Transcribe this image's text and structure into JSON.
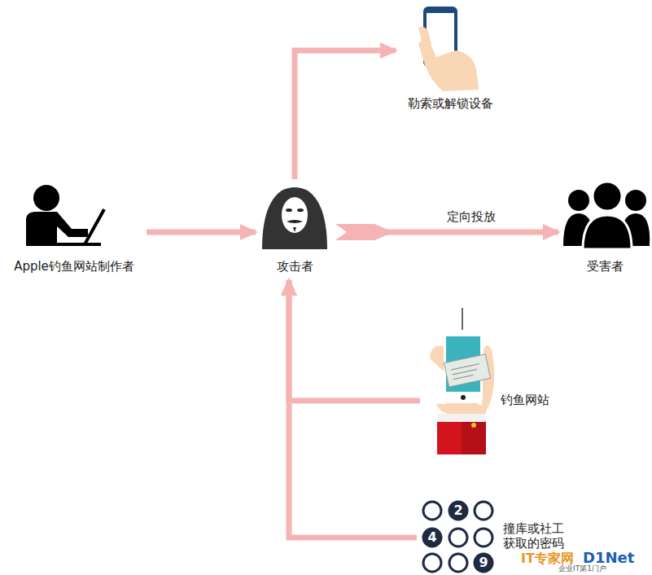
{
  "diagram": {
    "nodes": [
      {
        "text": [
          "Apple钓鱼网站制作者"
        ]
      },
      {
        "text": [
          "攻击者"
        ]
      },
      {
        "text": [
          "勒索或解锁设备"
        ]
      },
      {
        "text": [
          "受害者"
        ]
      },
      {
        "text": [
          "钓鱼网站"
        ]
      },
      {
        "text": [
          "撞库或社工 获取的密码"
        ]
      }
    ],
    "edges": [
      {
        "from": 0,
        "to": 1,
        "arrow": "to"
      },
      {
        "from": 1,
        "to": 2,
        "arrow": "to"
      },
      {
        "from": 1,
        "to": 3,
        "label": "定向投放",
        "arrow": "to"
      },
      {
        "from": 4,
        "to": 1,
        "arrow": "to"
      },
      {
        "from": 5,
        "to": 1,
        "arrow": "to"
      }
    ],
    "labels": [
      "2",
      "4",
      "9",
      "IT专家网",
      "D1Net",
      "企业IT第1门户"
    ]
  }
}
